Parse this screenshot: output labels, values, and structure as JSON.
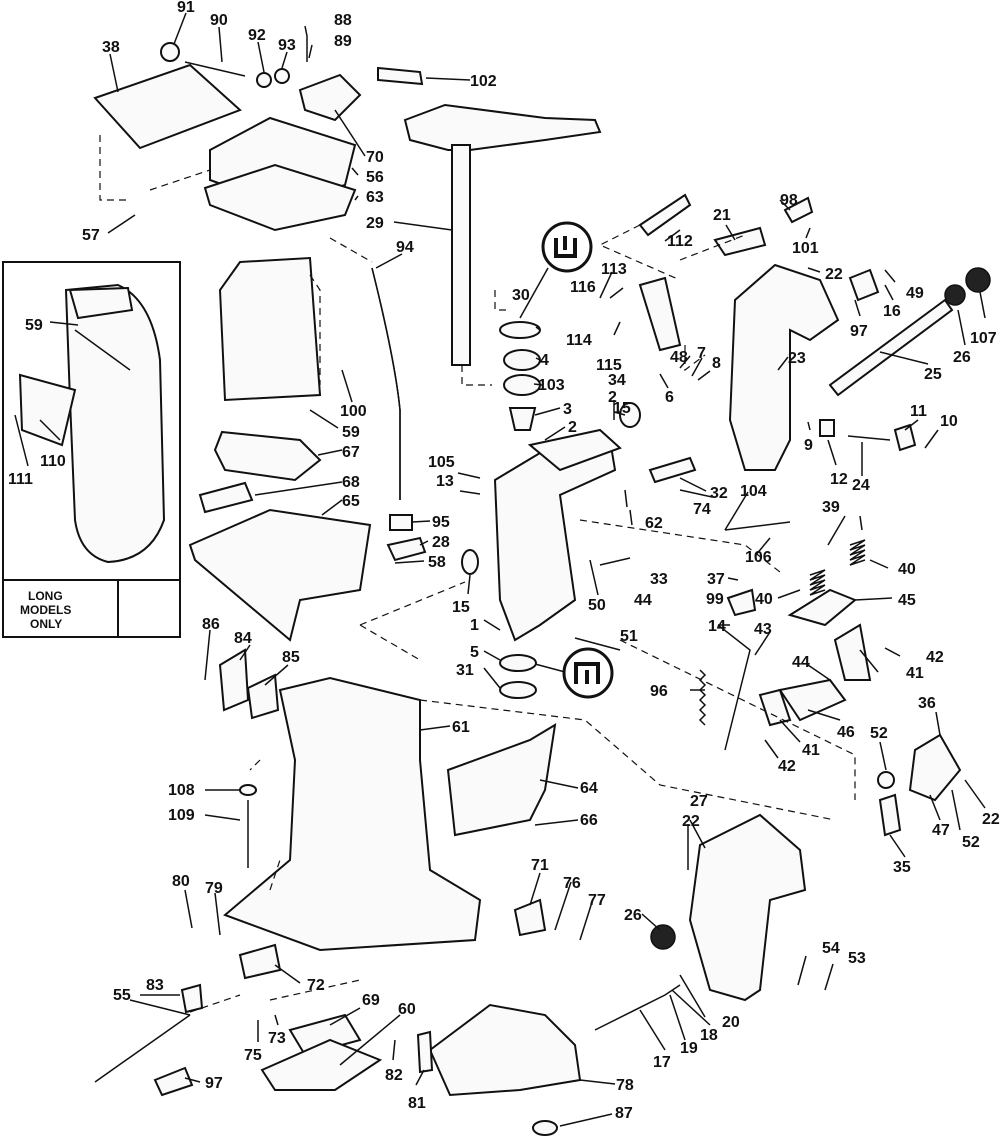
{
  "inset": {
    "label_line1": "LONG",
    "label_line2": "MODELS",
    "label_line3": "ONLY"
  },
  "callouts": {
    "c1": "1",
    "c2a": "2",
    "c2b": "2",
    "c3": "3",
    "c4": "4",
    "c5": "5",
    "c6": "6",
    "c7": "7",
    "c8": "8",
    "c9": "9",
    "c10": "10",
    "c11": "11",
    "c12": "12",
    "c13": "13",
    "c14": "14",
    "c15a": "15",
    "c15b": "15",
    "c16": "16",
    "c17": "17",
    "c18": "18",
    "c19": "19",
    "c20": "20",
    "c21": "21",
    "c22a": "22",
    "c22b": "22",
    "c22c": "22",
    "c23": "23",
    "c24": "24",
    "c25": "25",
    "c26a": "26",
    "c26b": "26",
    "c27": "27",
    "c28": "28",
    "c29": "29",
    "c30": "30",
    "c31": "31",
    "c32": "32",
    "c33": "33",
    "c34": "34",
    "c35": "35",
    "c36": "36",
    "c37": "37",
    "c38": "38",
    "c39": "39",
    "c40a": "40",
    "c40b": "40",
    "c41a": "41",
    "c41b": "41",
    "c42a": "42",
    "c42b": "42",
    "c43": "43",
    "c44a": "44",
    "c44b": "44",
    "c45": "45",
    "c46": "46",
    "c47": "47",
    "c48": "48",
    "c49": "49",
    "c50": "50",
    "c51": "51",
    "c52a": "52",
    "c52b": "52",
    "c53": "53",
    "c54": "54",
    "c55": "55",
    "c56": "56",
    "c57": "57",
    "c58": "58",
    "c59a": "59",
    "c59b": "59",
    "c60": "60",
    "c61": "61",
    "c62": "62",
    "c63": "63",
    "c64": "64",
    "c65": "65",
    "c66": "66",
    "c67": "67",
    "c68": "68",
    "c69": "69",
    "c70": "70",
    "c71": "71",
    "c72": "72",
    "c73": "73",
    "c74": "74",
    "c75": "75",
    "c76": "76",
    "c77": "77",
    "c78": "78",
    "c79": "79",
    "c80": "80",
    "c81": "81",
    "c82": "82",
    "c83": "83",
    "c84": "84",
    "c85": "85",
    "c86": "86",
    "c87": "87",
    "c88": "88",
    "c89": "89",
    "c90": "90",
    "c91": "91",
    "c92": "92",
    "c93": "93",
    "c94": "94",
    "c95": "95",
    "c96": "96",
    "c97a": "97",
    "c97b": "97",
    "c98": "98",
    "c99": "99",
    "c100": "100",
    "c101": "101",
    "c102": "102",
    "c103": "103",
    "c104": "104",
    "c105": "105",
    "c106": "106",
    "c107": "107",
    "c108": "108",
    "c109": "109",
    "c110": "110",
    "c111": "111",
    "c112": "112",
    "c113": "113",
    "c114": "114",
    "c115": "115",
    "c116": "116"
  },
  "symbols": [
    "lubricate-symbol",
    "sealer-symbol"
  ]
}
